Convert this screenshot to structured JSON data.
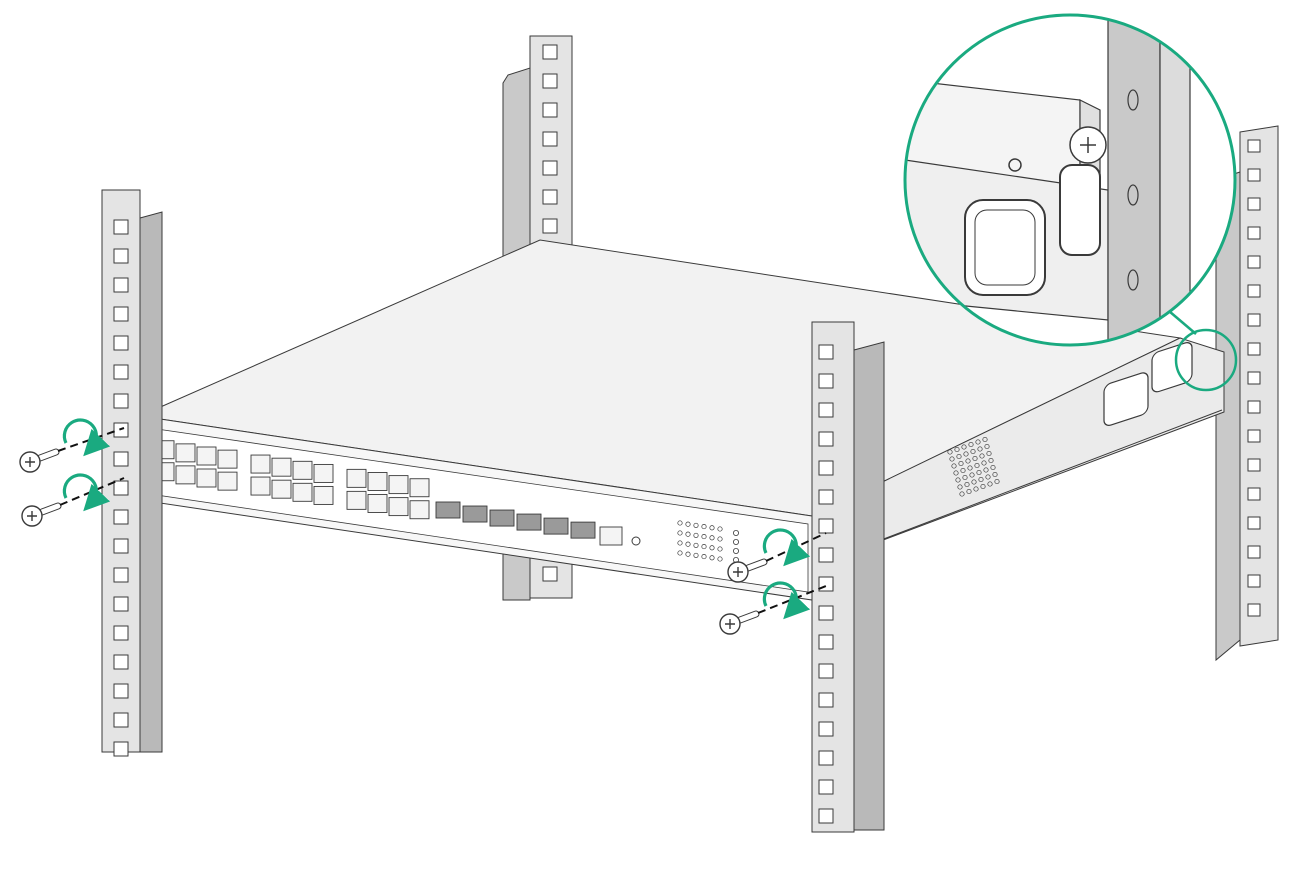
{
  "colors": {
    "accent": "#1aaa80",
    "rail_light": "#e4e4e4",
    "rail_dark": "#b9b9b9",
    "chassis_top": "#f2f2f2",
    "chassis_side": "#ebebeb",
    "outline": "#3a3a3a"
  },
  "device": {
    "rj45_port_groups": 3,
    "ports_per_group": 8,
    "sfp_ports": 6,
    "console_ports": 1
  },
  "fasteners": {
    "screws": 4,
    "rotation_arrows": 4,
    "callouts": 1
  }
}
